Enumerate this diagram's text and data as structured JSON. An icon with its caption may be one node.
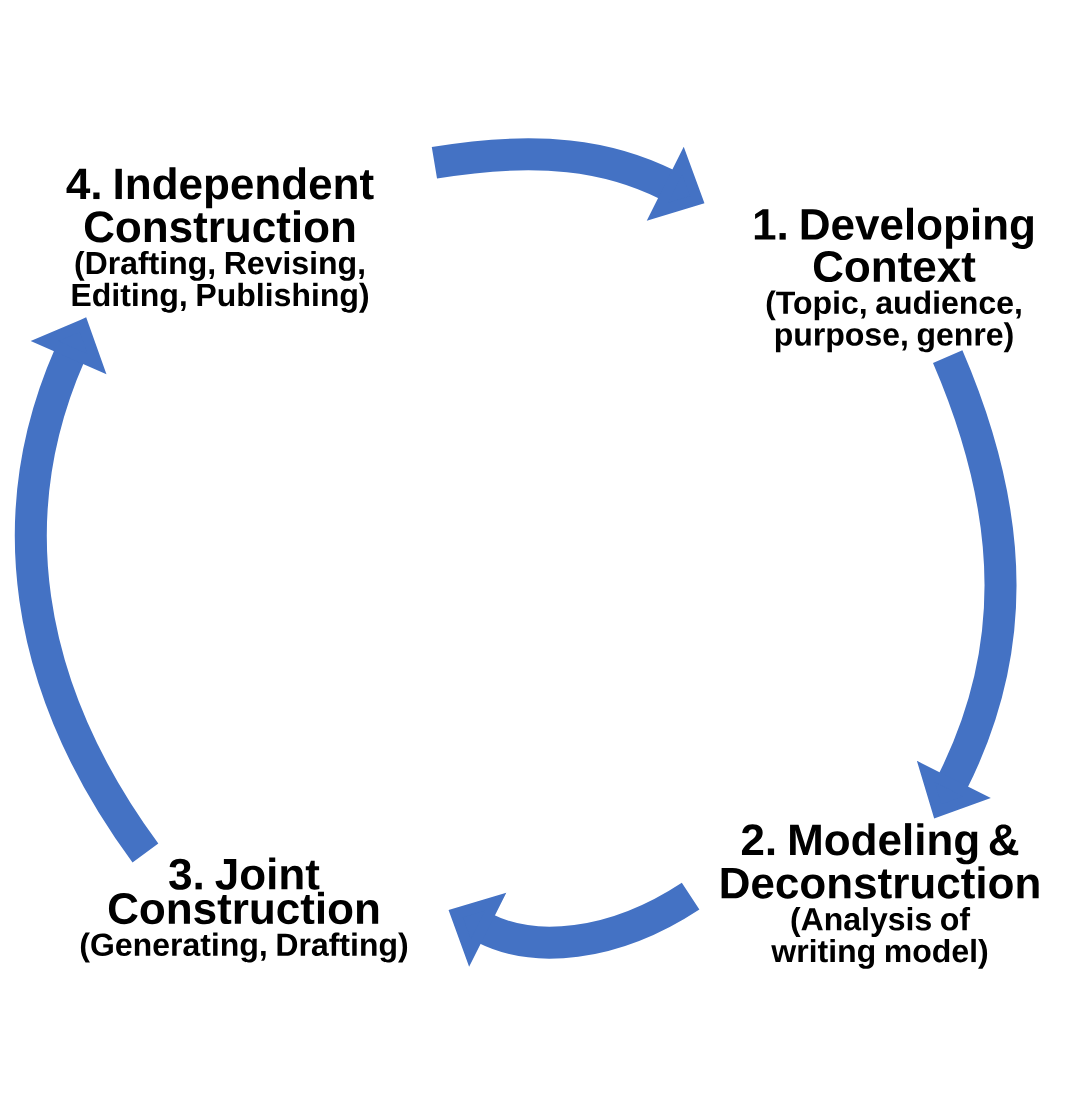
{
  "diagram": {
    "nodes": [
      {
        "text": [
          "1. Developing Context",
          "(Topic, audience, purpose, genre)"
        ]
      },
      {
        "text": [
          "2. Modeling & Deconstruction",
          "(Analysis of writing model)"
        ]
      },
      {
        "text": [
          "3. Joint Construction",
          "(Generating, Drafting)"
        ]
      },
      {
        "text": [
          "4. Independent Construction",
          "(Drafting, Revising, Editing, Publishing)"
        ]
      }
    ],
    "edges": [
      {
        "from": 3,
        "to": 0,
        "arrow": "to"
      },
      {
        "from": 0,
        "to": 1,
        "arrow": "to"
      },
      {
        "from": 1,
        "to": 2,
        "arrow": "to"
      },
      {
        "from": 2,
        "to": 3,
        "arrow": "to"
      }
    ]
  }
}
